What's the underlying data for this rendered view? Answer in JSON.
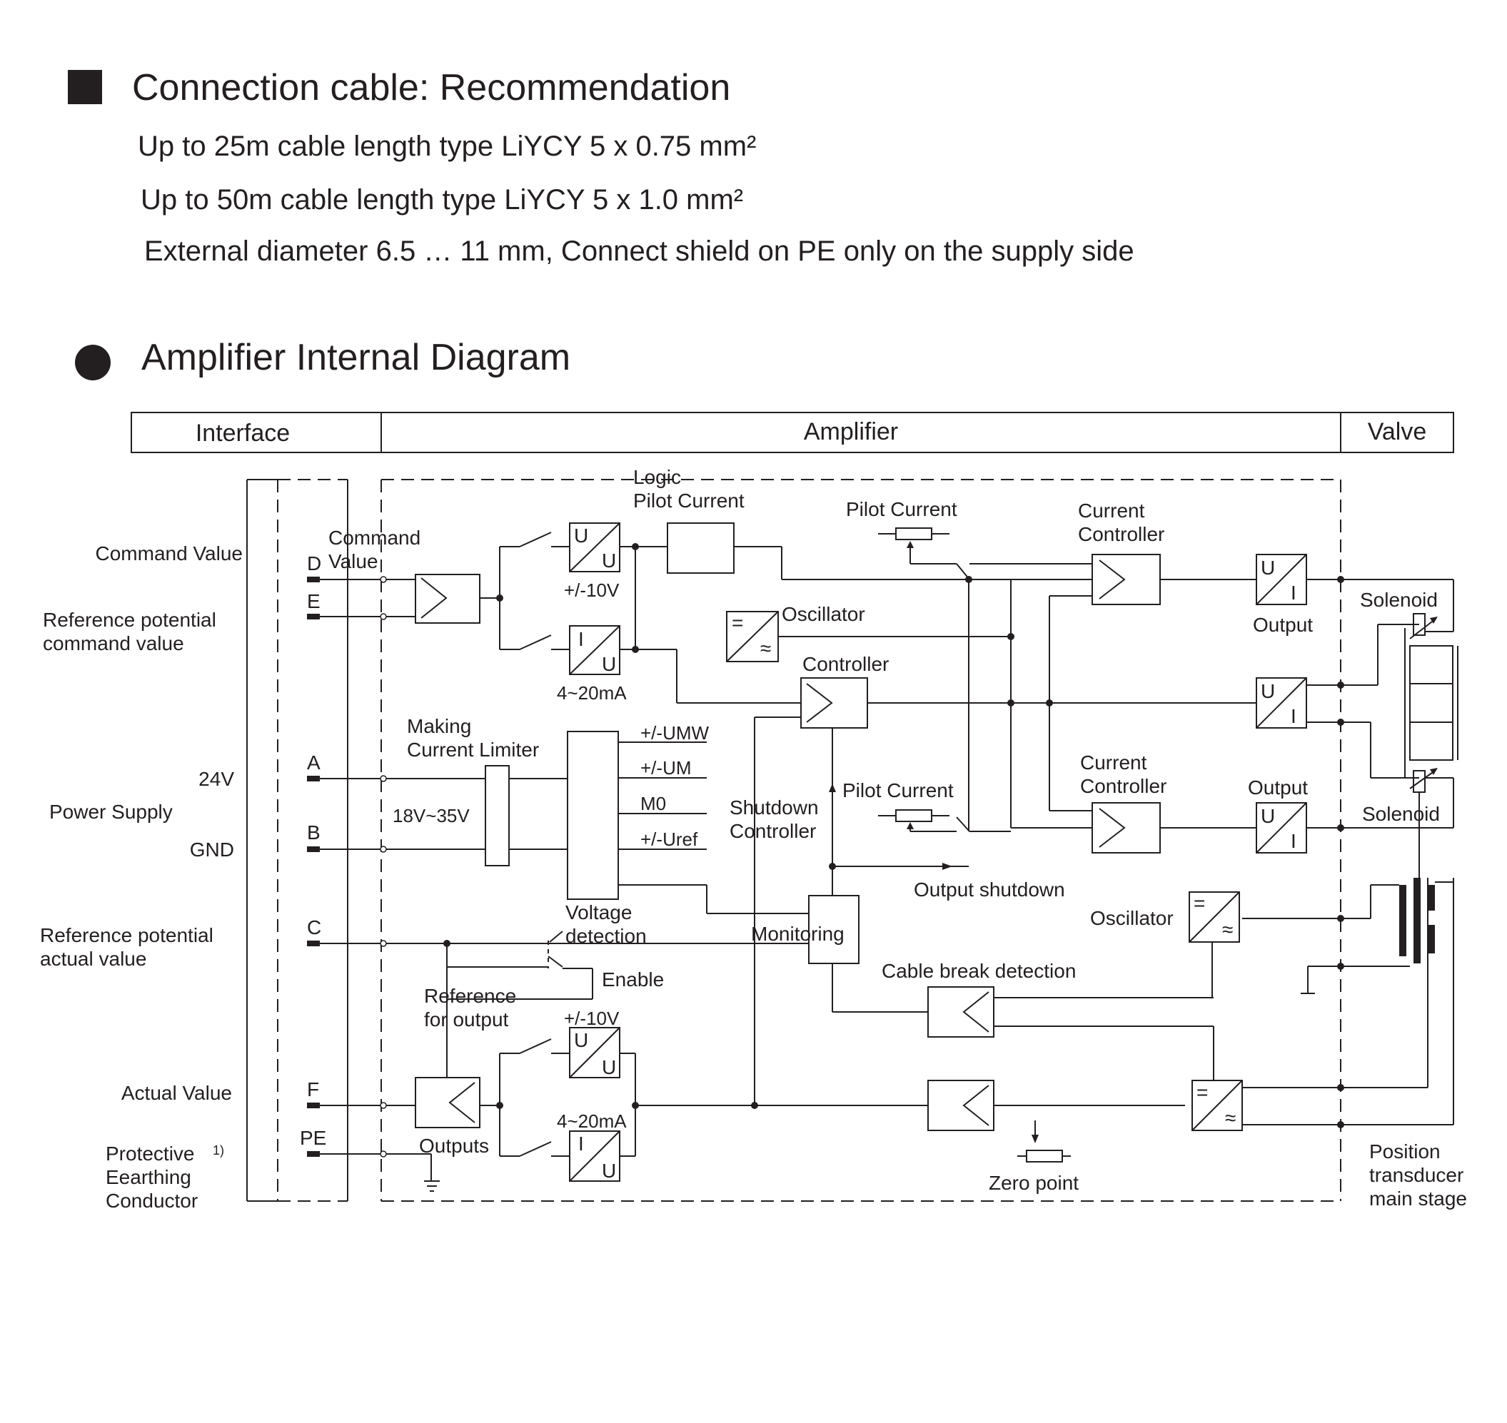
{
  "cable": {
    "title": "Connection cable: Recommendation",
    "lines": [
      "Up to 25m cable length type LiYCY 5 x 0.75 mm²",
      "Up to 50m cable length type LiYCY 5 x 1.0 mm²",
      "External diameter 6.5 … 11 mm, Connect shield on PE only on the supply side"
    ]
  },
  "diagram": {
    "title": "Amplifier Internal Diagram",
    "header": {
      "interface": "Interface",
      "amplifier": "Amplifier",
      "valve": "Valve"
    },
    "left_labels": {
      "command_value": "Command Value",
      "ref_command_1": "Reference potential",
      "ref_command_2": "command value",
      "v24": "24V",
      "power_supply": "Power Supply",
      "gnd": "GND",
      "ref_actual_1": "Reference potential",
      "ref_actual_2": "actual value",
      "actual_value": "Actual Value",
      "protective": "Protective",
      "footnote": "1)",
      "earthing": "Eearthing",
      "conductor": "Conductor"
    },
    "pins": {
      "d": "D",
      "e": "E",
      "a": "A",
      "b": "B",
      "c": "C",
      "f": "F",
      "pe": "PE"
    },
    "labels": {
      "command_1": "Command",
      "command_2": "Value",
      "logic_1": "Logic",
      "logic_2": "Pilot Current",
      "pilot_current_top": "Pilot Current",
      "current_controller_top_1": "Current",
      "current_controller_top_2": "Controller",
      "range_10v_top": "+/-10V",
      "range_ma_top": "4~20mA",
      "oscillator_top": "Oscillator",
      "controller": "Controller",
      "output_top": "Output",
      "solenoid_top": "Solenoid",
      "making_1": "Making",
      "making_2": "Current Limiter",
      "voltage_range": "18V~35V",
      "umw": "+/-UMW",
      "um": "+/-UM",
      "m0": "M0",
      "uref": "+/-Uref",
      "shutdown_1": "Shutdown",
      "shutdown_2": "Controller",
      "pilot_current_mid": "Pilot Current",
      "current_controller_mid_1": "Current",
      "current_controller_mid_2": "Controller",
      "output_mid": "Output",
      "solenoid_bottom": "Solenoid",
      "output_shutdown": "Output shutdown",
      "voltage_det_1": "Voltage",
      "voltage_det_2": "detection",
      "monitoring": "Monitoring",
      "oscillator_bottom": "Oscillator",
      "enable": "Enable",
      "cable_break": "Cable break detection",
      "ref_output_1": "Reference",
      "ref_output_2": "for output",
      "range_10v_bottom": "+/-10V",
      "range_ma_bottom": "4~20mA",
      "outputs": "Outputs",
      "zero_point": "Zero point",
      "position_1": "Position",
      "position_2": "transducer",
      "position_3": "main stage"
    },
    "converter_marks": {
      "u": "U",
      "i": "I",
      "eq": "=",
      "approx": "≈"
    }
  }
}
